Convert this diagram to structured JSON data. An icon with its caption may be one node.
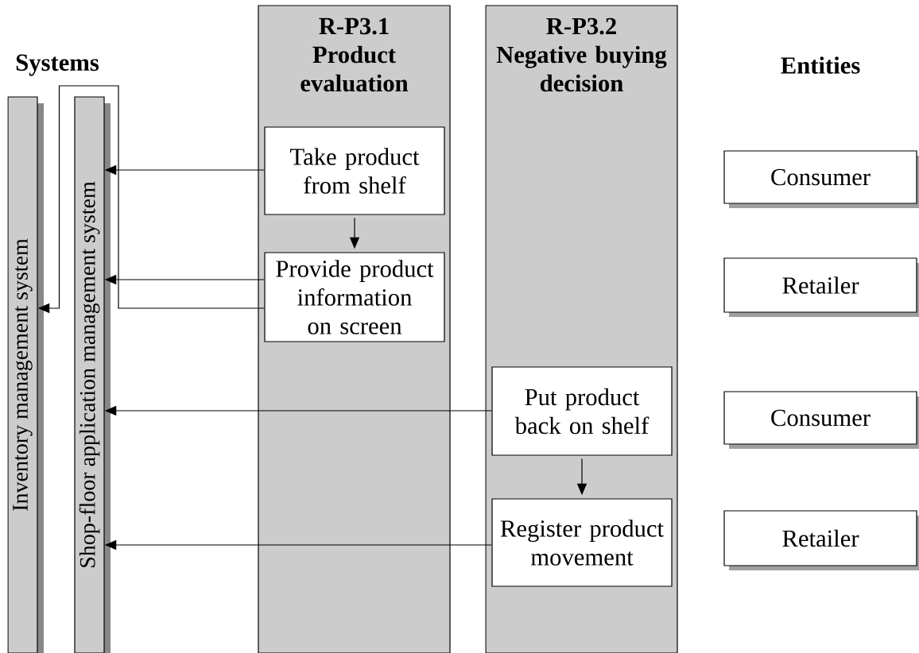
{
  "diagram": {
    "nodes": [
      {
        "text": [
          "Inventory management system"
        ]
      },
      {
        "text": [
          "Shop-floor application management system"
        ]
      },
      {
        "text": [
          "R-P3.1",
          "Product evaluation"
        ]
      },
      {
        "text": [
          "Take product from shelf"
        ],
        "in": 2
      },
      {
        "text": [
          "Provide product information on screen"
        ],
        "in": 2
      },
      {
        "text": [
          "R-P3.2",
          "Negative buying decision"
        ]
      },
      {
        "text": [
          "Put product back on shelf"
        ],
        "in": 5
      },
      {
        "text": [
          "Register product movement"
        ],
        "in": 5
      },
      {
        "text": [
          "Consumer"
        ]
      },
      {
        "text": [
          "Retailer"
        ]
      },
      {
        "text": [
          "Consumer"
        ]
      },
      {
        "text": [
          "Retailer"
        ]
      }
    ],
    "edges": [
      {
        "from": 3,
        "to": 1,
        "arrow": "to"
      },
      {
        "from": 3,
        "to": 4,
        "arrow": "to"
      },
      {
        "from": 4,
        "to": 1,
        "arrow": "to"
      },
      {
        "from": 4,
        "to": 0,
        "arrow": "to"
      },
      {
        "from": 6,
        "to": 1,
        "arrow": "to"
      },
      {
        "from": 6,
        "to": 7,
        "arrow": "to"
      },
      {
        "from": 7,
        "to": 1,
        "arrow": "to"
      }
    ],
    "labels": [
      "Systems",
      "Entities"
    ]
  }
}
